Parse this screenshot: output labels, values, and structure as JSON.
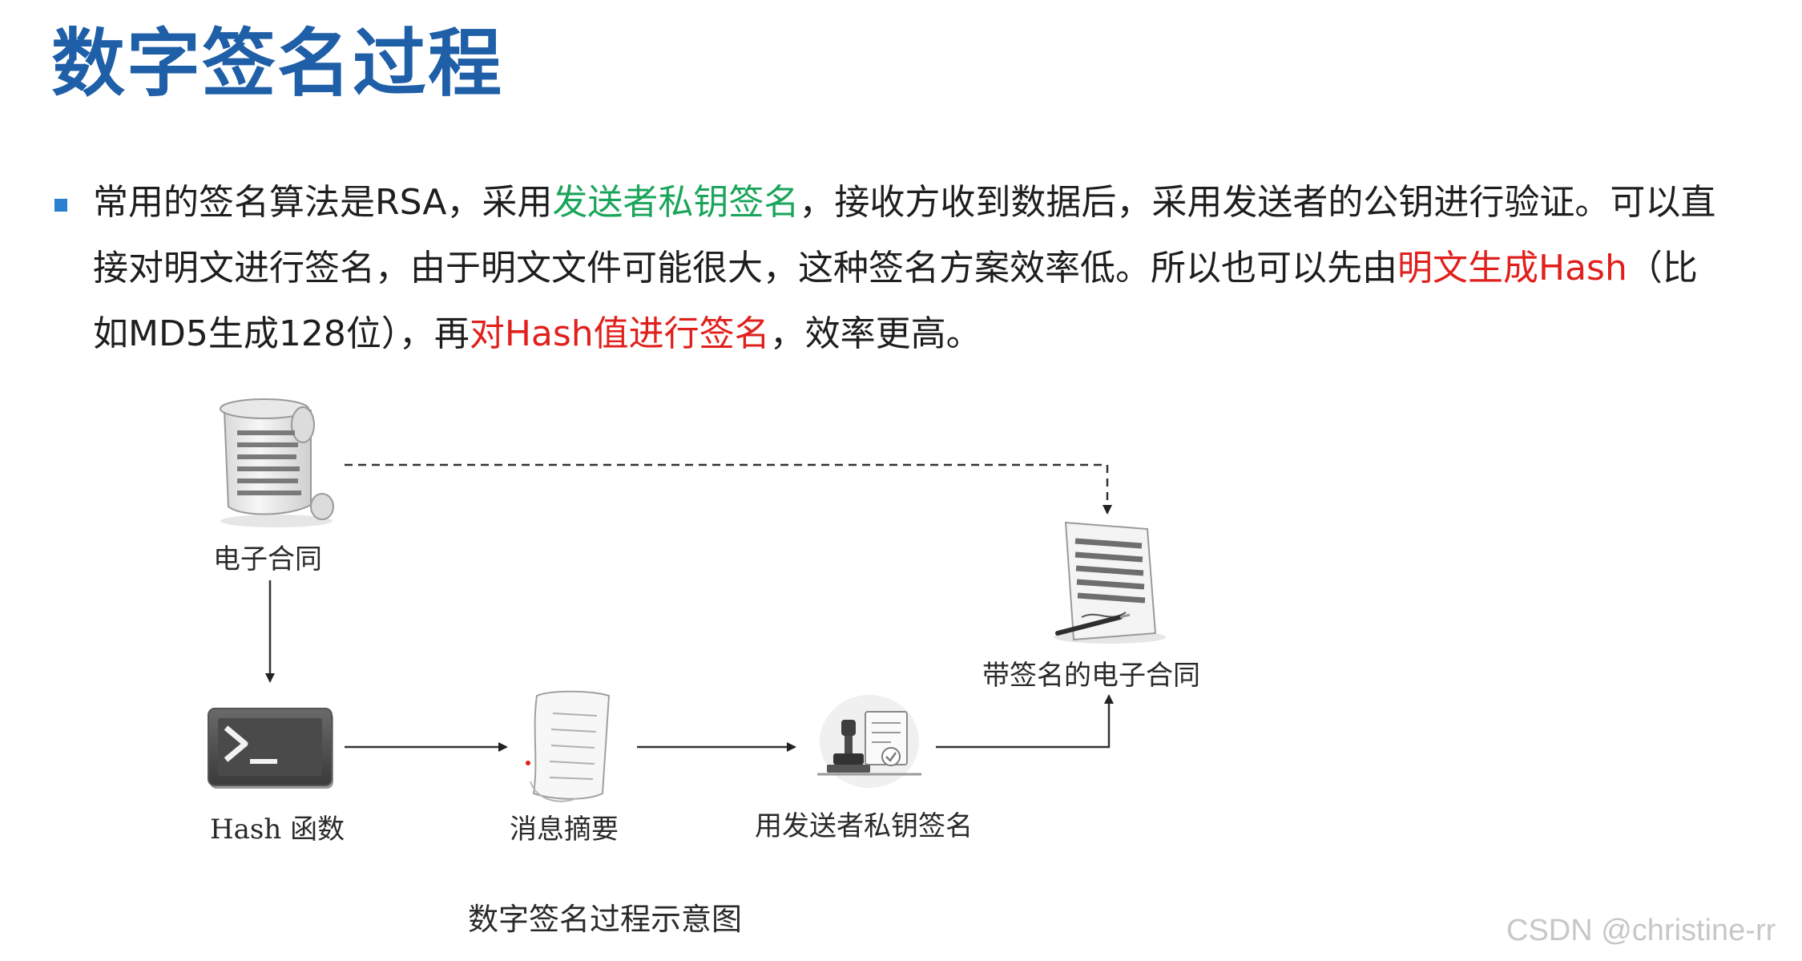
{
  "slide": {
    "title": "数字签名过程"
  },
  "bullet": {
    "seg1": "常用的签名算法是RSA，采用",
    "seg2_green": "发送者私钥签名",
    "seg3": "，接收方收到数据后，采用发送者的公钥进行验证。可以直接对明文进行签名，由于明文文件可能很大，这种签名方案效率低。所以也可以先由",
    "seg4_red": "明文生成Hash",
    "seg5": "（比如MD5生成128位），再",
    "seg6_red": "对Hash值进行签名",
    "seg7": "，效率更高。"
  },
  "diagram": {
    "nodes": {
      "contract": "电子合同",
      "hash_function": "Hash 函数",
      "digest": "消息摘要",
      "sign": "用发送者私钥签名",
      "signed_contract": "带签名的电子合同"
    },
    "caption": "数字签名过程示意图"
  },
  "watermark": "CSDN @christine-rr",
  "colors": {
    "title": "#1f5fa8",
    "bullet": "#2a7fd0",
    "green": "#1aa55a",
    "red": "#e0201c"
  },
  "icons": {
    "contract": "scroll-document-icon",
    "hash_function": "terminal-icon",
    "digest": "curled-paper-icon",
    "sign": "stamp-certificate-icon",
    "signed_contract": "signed-document-icon"
  }
}
